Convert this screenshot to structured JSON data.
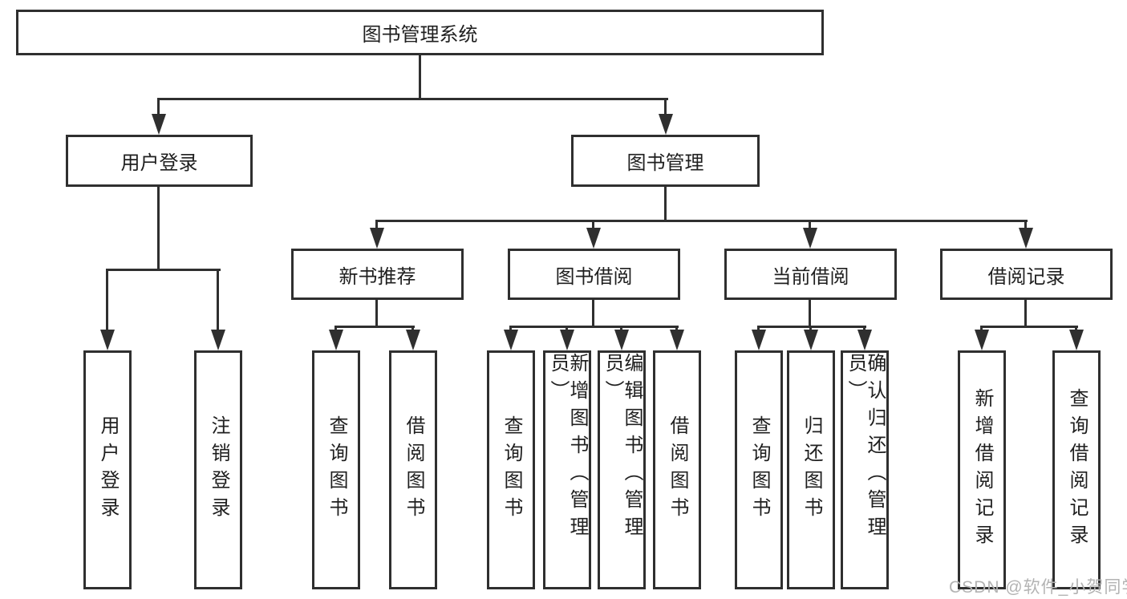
{
  "root": {
    "label": "图书管理系统"
  },
  "level2": [
    {
      "label": "用户登录",
      "children": [
        {
          "label": "用户登录"
        },
        {
          "label": "注销登录"
        }
      ]
    },
    {
      "label": "图书管理",
      "children": [
        {
          "label": "新书推荐",
          "children": [
            {
              "label": "查询图书"
            },
            {
              "label": "借阅图书"
            }
          ]
        },
        {
          "label": "图书借阅",
          "children": [
            {
              "label": "查询图书"
            },
            {
              "label": "新增图书（管理员）"
            },
            {
              "label": "编辑图书（管理员）"
            },
            {
              "label": "借阅图书"
            }
          ]
        },
        {
          "label": "当前借阅",
          "children": [
            {
              "label": "查询图书"
            },
            {
              "label": "归还图书"
            },
            {
              "label": "确认归还（管理员）"
            }
          ]
        },
        {
          "label": "借阅记录",
          "children": [
            {
              "label": "新增借阅记录"
            },
            {
              "label": "查询借阅记录"
            }
          ]
        }
      ]
    }
  ],
  "watermark": {
    "text": "CSDN @软件_小贺同学"
  },
  "colors": {
    "line": "#2f2f2f",
    "box_border": "#2f2f2f",
    "box_fill": "#ffffff",
    "text": "#1f1f1f",
    "watermark": "#b3b3b3",
    "background": "#ffffff"
  }
}
